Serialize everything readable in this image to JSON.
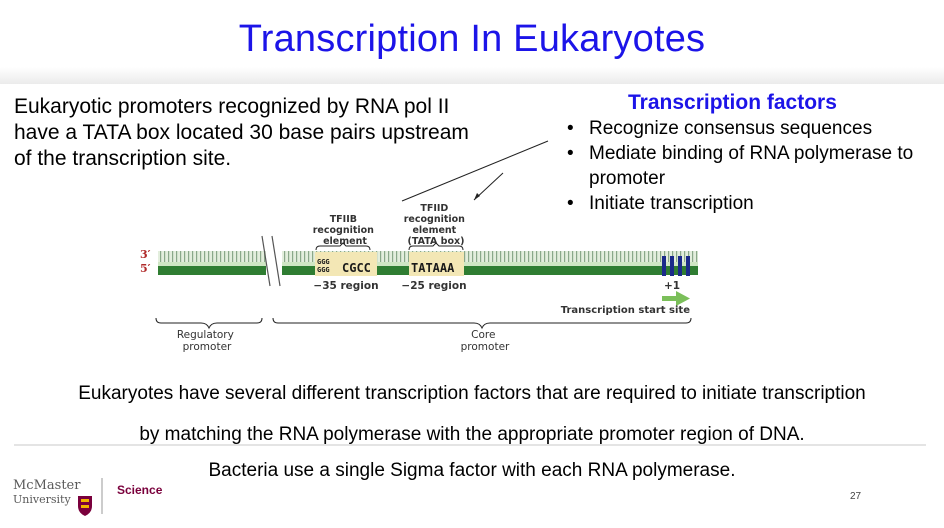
{
  "slide": {
    "title": "Transcription In Eukaryotes",
    "intro": "Eukaryotic promoters recognized by RNA pol II have a TATA box located 30 base pairs upstream of the transcription site.",
    "tf_heading": "Transcription factors",
    "tf_items": [
      "Recognize consensus sequences",
      "Mediate binding of RNA polymerase to promoter",
      "Initiate transcription"
    ],
    "body_line1": "Eukaryotes have several different transcription factors that are required to initiate transcription",
    "body_line2": "by matching the RNA polymerase with the appropriate promoter region of DNA.",
    "body_line3": "Bacteria use a single Sigma factor with each RNA polymerase.",
    "page_number": "27"
  },
  "diagram": {
    "strand_3": "3′",
    "strand_5": "5′",
    "tfiib_label": [
      "TFIIB",
      "recognition",
      "element"
    ],
    "tfiid_label": [
      "TFIID",
      "recognition",
      "element",
      "(TATA box)"
    ],
    "tfiib_seq": "CGCC",
    "tfiib_stack": "GGG",
    "tfiid_seq": "TATAAA",
    "region_35": "−35 region",
    "region_25": "−25 region",
    "plus_one": "+1",
    "start_site": "Transcription start site",
    "regulatory": [
      "Regulatory",
      "promoter"
    ],
    "core": [
      "Core",
      "promoter"
    ]
  },
  "logo": {
    "name_line1": "McMaster",
    "name_line2": "University",
    "faculty": "Science"
  },
  "colors": {
    "title_blue": "#1c14e8",
    "dna_green": "#2f7d32",
    "dna_light": "#cfe6c4",
    "arrow_green": "#7bbf5a",
    "maroon": "#7a003c"
  }
}
